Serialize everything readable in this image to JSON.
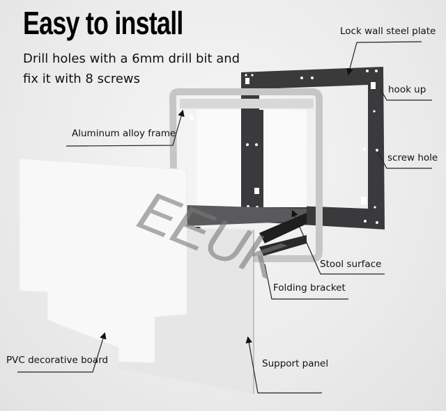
{
  "header": {
    "title": "Easy to install",
    "subtitle": "Drill holes with a 6mm drill bit and fix it with 8 screws"
  },
  "watermark": "EEUK",
  "labels": {
    "lock_wall_steel_plate": "Lock wall steel plate",
    "hook_up": "hook up",
    "aluminum_alloy_frame": "Aluminum alloy frame",
    "screw_hole": "screw hole",
    "stool_surface": "Stool surface",
    "folding_bracket": "Folding bracket",
    "pvc_decorative_board": "PVC decorative board",
    "support_panel": "Support panel"
  },
  "colors": {
    "steel_plate": "#3a3a3c",
    "frame": "#c9c9c9",
    "board": "#f7f7f7",
    "text": "#111111"
  }
}
